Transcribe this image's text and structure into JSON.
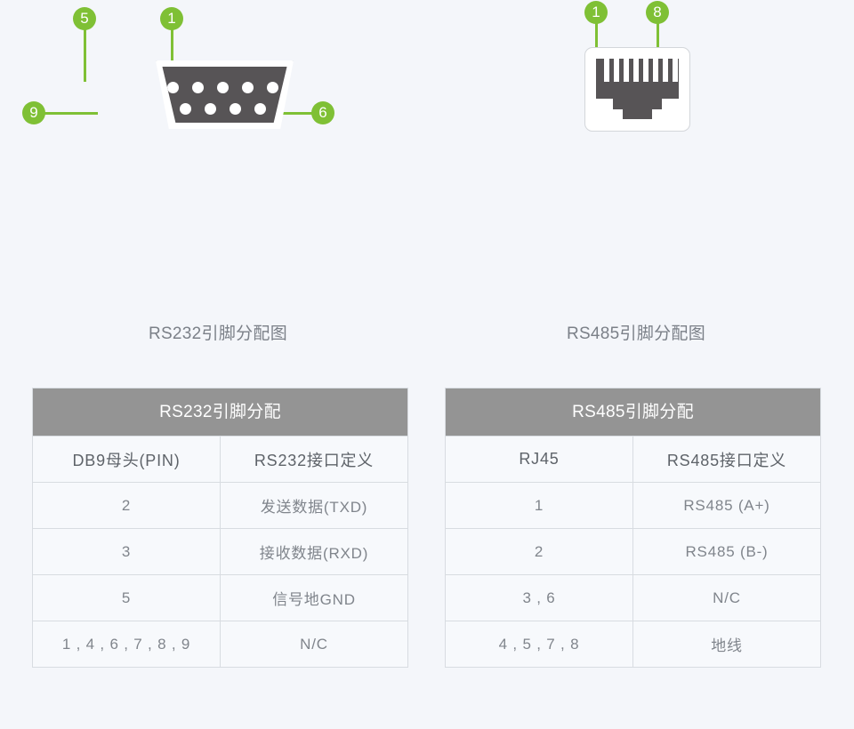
{
  "diagrams": [
    {
      "id": "rs232",
      "caption": "RS232引脚分配图",
      "connector": "db9-female-connector",
      "badges": [
        {
          "label": "5",
          "position": "top-left"
        },
        {
          "label": "1",
          "position": "top-right"
        },
        {
          "label": "9",
          "position": "left"
        },
        {
          "label": "6",
          "position": "right"
        }
      ]
    },
    {
      "id": "rs485",
      "caption": "RS485引脚分配图",
      "connector": "rj45-jack",
      "badges": [
        {
          "label": "1",
          "position": "top-left"
        },
        {
          "label": "8",
          "position": "top-right"
        }
      ]
    }
  ],
  "tables": [
    {
      "id": "rs232-table",
      "title": "RS232引脚分配",
      "headers": [
        "DB9母头(PIN)",
        "RS232接口定义"
      ],
      "rows": [
        [
          "2",
          "发送数据(TXD)"
        ],
        [
          "3",
          "接收数据(RXD)"
        ],
        [
          "5",
          "信号地GND"
        ],
        [
          "1 , 4 , 6 , 7 , 8 , 9",
          "N/C"
        ]
      ]
    },
    {
      "id": "rs485-table",
      "title": "RS485引脚分配",
      "headers": [
        "RJ45",
        "RS485接口定义"
      ],
      "rows": [
        [
          "1",
          "RS485 (A+)"
        ],
        [
          "2",
          "RS485 (B-)"
        ],
        [
          "3 , 6",
          "N/C"
        ],
        [
          "4 , 5 , 7 , 8",
          "地线"
        ]
      ]
    }
  ],
  "colors": {
    "accent_green": "#7fc035",
    "connector_gray": "#575456",
    "header_gray": "#949494",
    "page_background": "#f4f6fa"
  }
}
